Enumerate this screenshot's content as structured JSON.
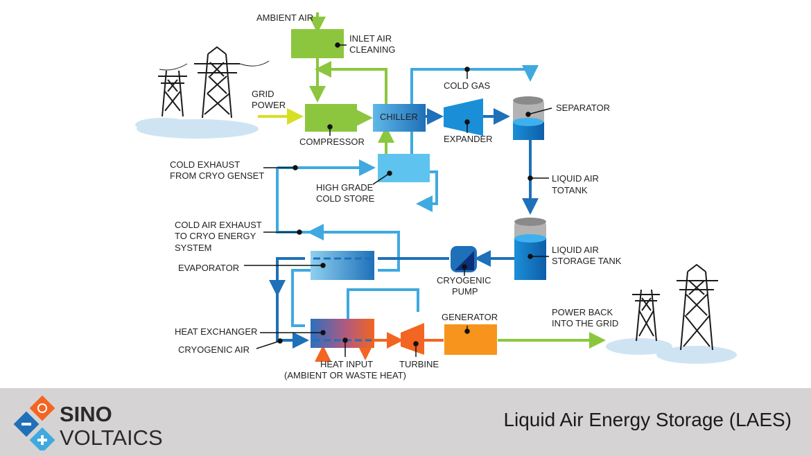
{
  "labels": {
    "ambient_air": "AMBIENT AIR",
    "inlet_air_1": "INLET AIR",
    "inlet_air_2": "CLEANING",
    "grid_power_1": "GRID",
    "grid_power_2": "POWER",
    "compressor": "COMPRESSOR",
    "chiller": "CHILLER",
    "cold_gas": "COLD GAS",
    "separator": "SEPARATOR",
    "expander": "EXPANDER",
    "cold_exhaust_1": "COLD EXHAUST",
    "cold_exhaust_2": "FROM CRYO GENSET",
    "cold_store_1": "HIGH GRADE",
    "cold_store_2": "COLD STORE",
    "liquid_to_tank_1": "LIQUID AIR",
    "liquid_to_tank_2": "TOTANK",
    "cold_air_exhaust_1": "COLD AIR EXHAUST",
    "cold_air_exhaust_2": "TO CRYO ENERGY",
    "cold_air_exhaust_3": "SYSTEM",
    "storage_tank_1": "LIQUID AIR",
    "storage_tank_2": "STORAGE TANK",
    "evaporator": "EVAPORATOR",
    "cryo_pump_1": "CRYOGENIC",
    "cryo_pump_2": "PUMP",
    "generator": "GENERATOR",
    "power_back_1": "POWER BACK",
    "power_back_2": "INTO THE GRID",
    "heat_exchanger": "HEAT EXCHANGER",
    "cryogenic_air": "CRYOGENIC AIR",
    "heat_input_1": "HEAT INPUT",
    "heat_input_2": "(AMBIENT OR WASTE HEAT)",
    "turbine": "TURBINE"
  },
  "footer": {
    "brand_top": "SINO",
    "brand_bottom": "VOLTAICS",
    "title": "Liquid Air Energy Storage (LAES)"
  },
  "colors": {
    "green": "#8cc63f",
    "light_blue": "#3fa9e0",
    "dark_blue": "#1e70b8",
    "orange": "#f26522",
    "yellow": "#d7df23",
    "footer_bg": "#d6d3d4"
  },
  "icons": [
    "transmission-tower-icon",
    "logo-sun-icon",
    "logo-minus-icon",
    "logo-plus-icon"
  ]
}
